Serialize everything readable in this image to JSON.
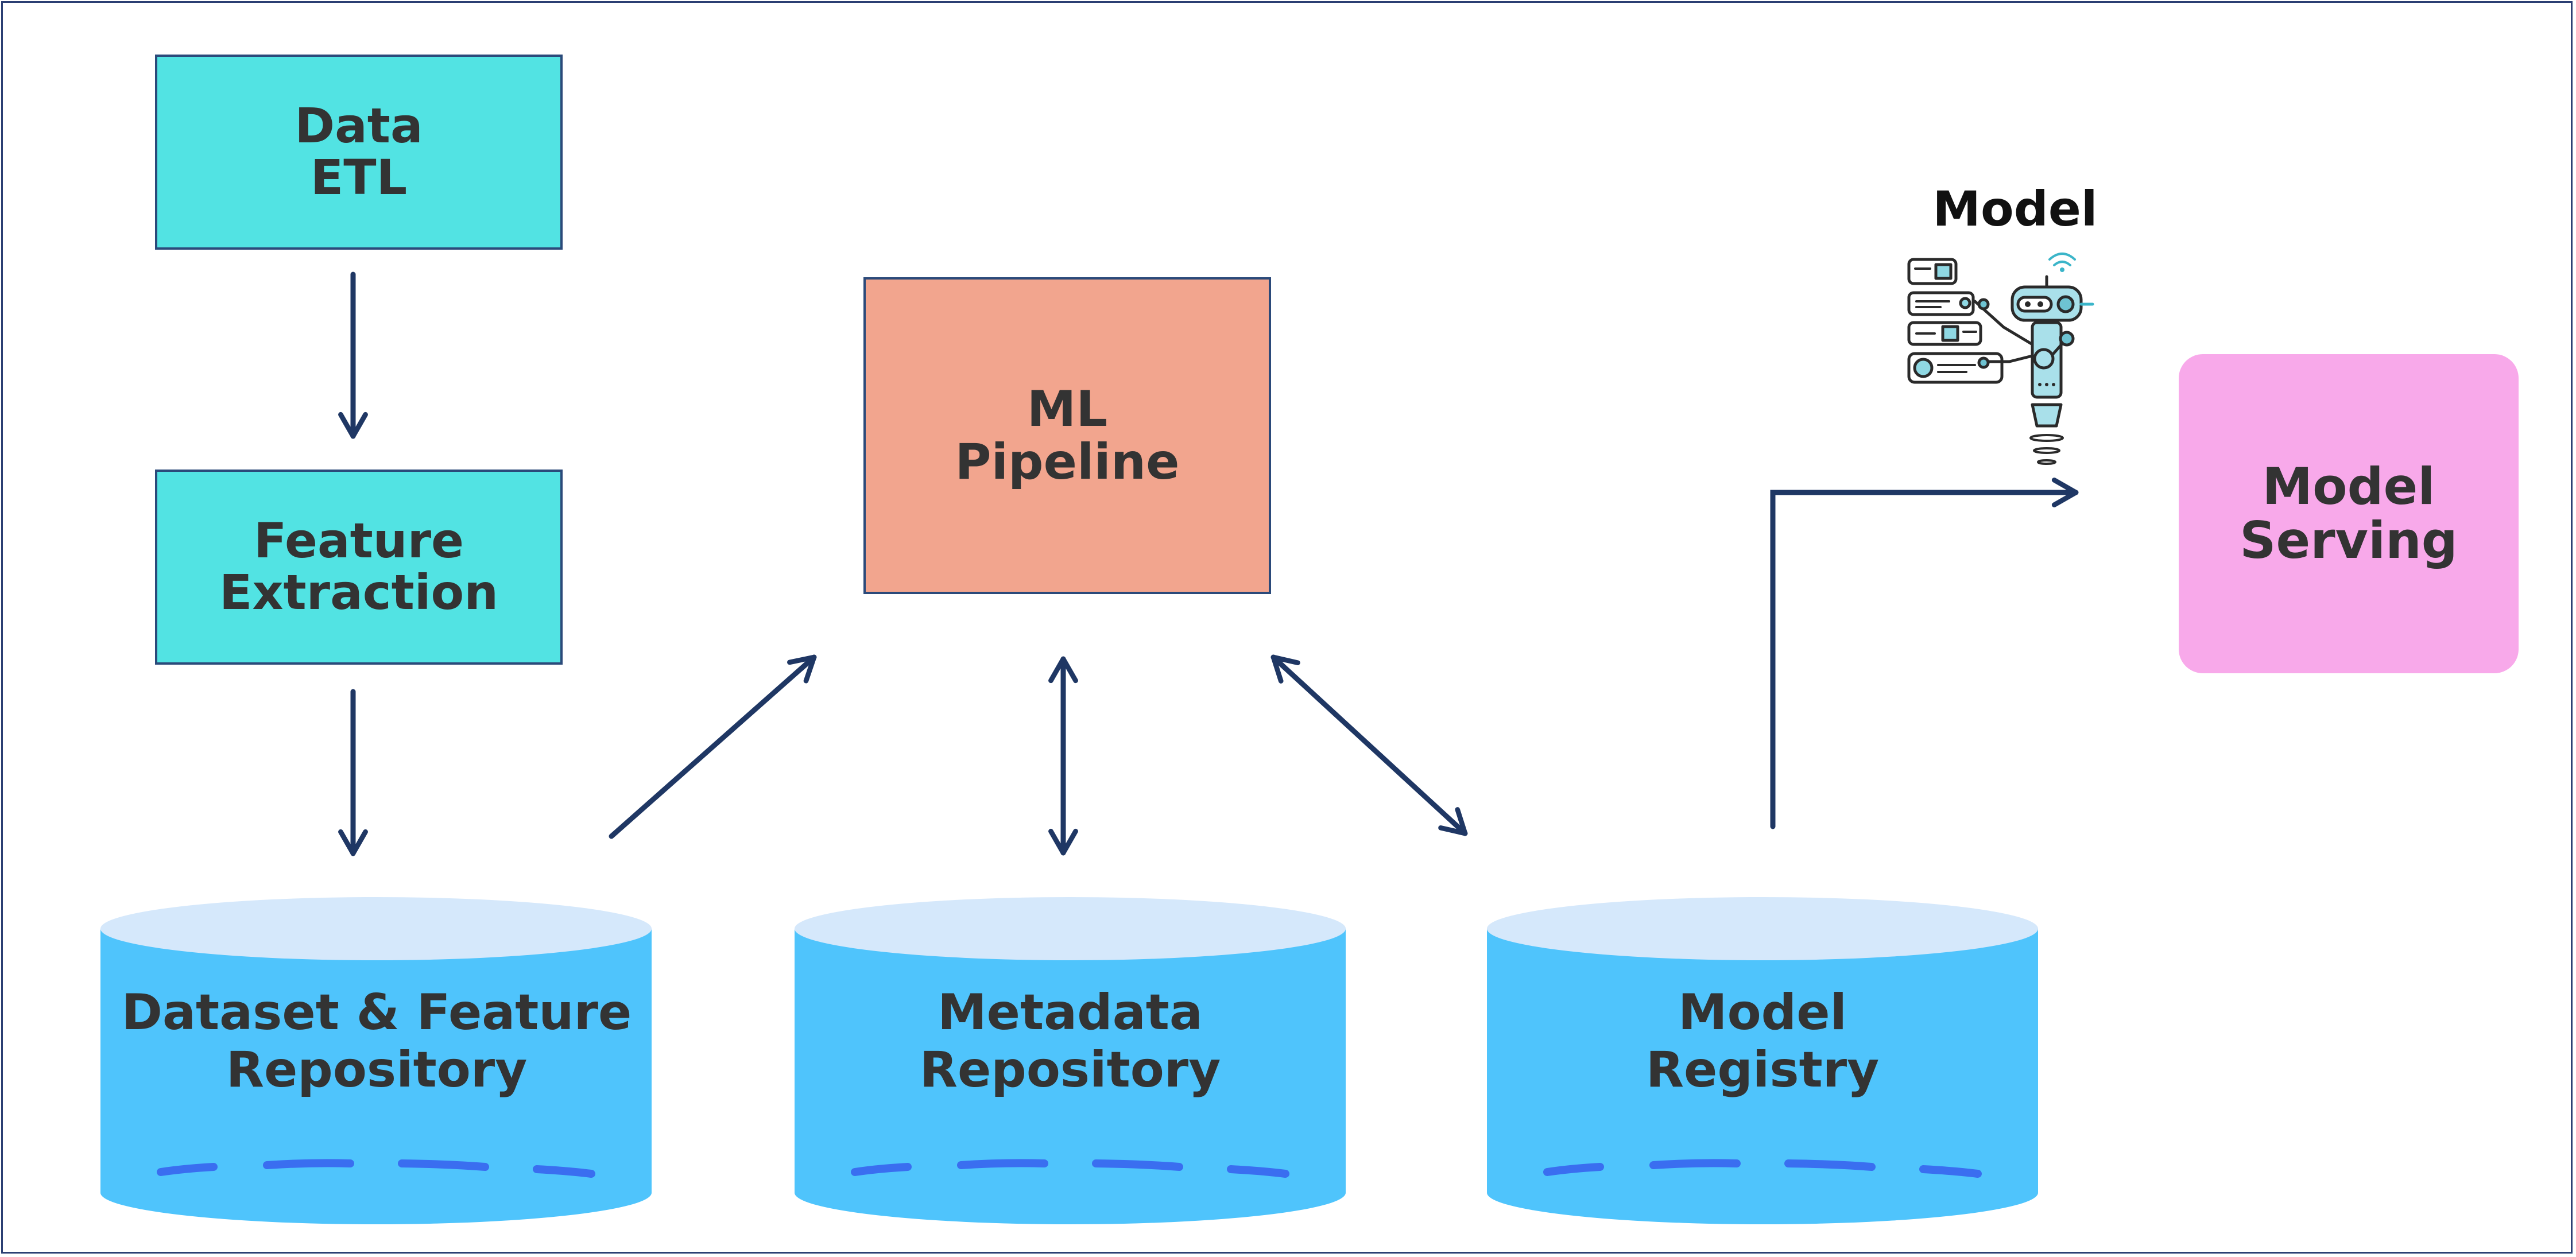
{
  "nodes": {
    "etl": {
      "line1": "Data",
      "line2": "ETL"
    },
    "feature": {
      "line1": "Feature",
      "line2": "Extraction"
    },
    "ml": {
      "line1": "ML",
      "line2": "Pipeline"
    },
    "serving": {
      "line1": "Model",
      "line2": "Serving"
    }
  },
  "repositories": {
    "dataset": {
      "line1": "Dataset & Feature",
      "line2": "Repository"
    },
    "metadata": {
      "line1": "Metadata",
      "line2": "Repository"
    },
    "registry": {
      "line1": "Model",
      "line2": "Registry"
    }
  },
  "illustration": {
    "title": "Model",
    "icon": "robot-icon"
  },
  "colors": {
    "etl_fill": "#52e3e3",
    "ml_fill": "#f2a58e",
    "serving_fill": "#f8a9ea",
    "cylinder_body": "#4fc4fc",
    "cylinder_top": "#d5e8fb",
    "arrow": "#1f3764"
  }
}
